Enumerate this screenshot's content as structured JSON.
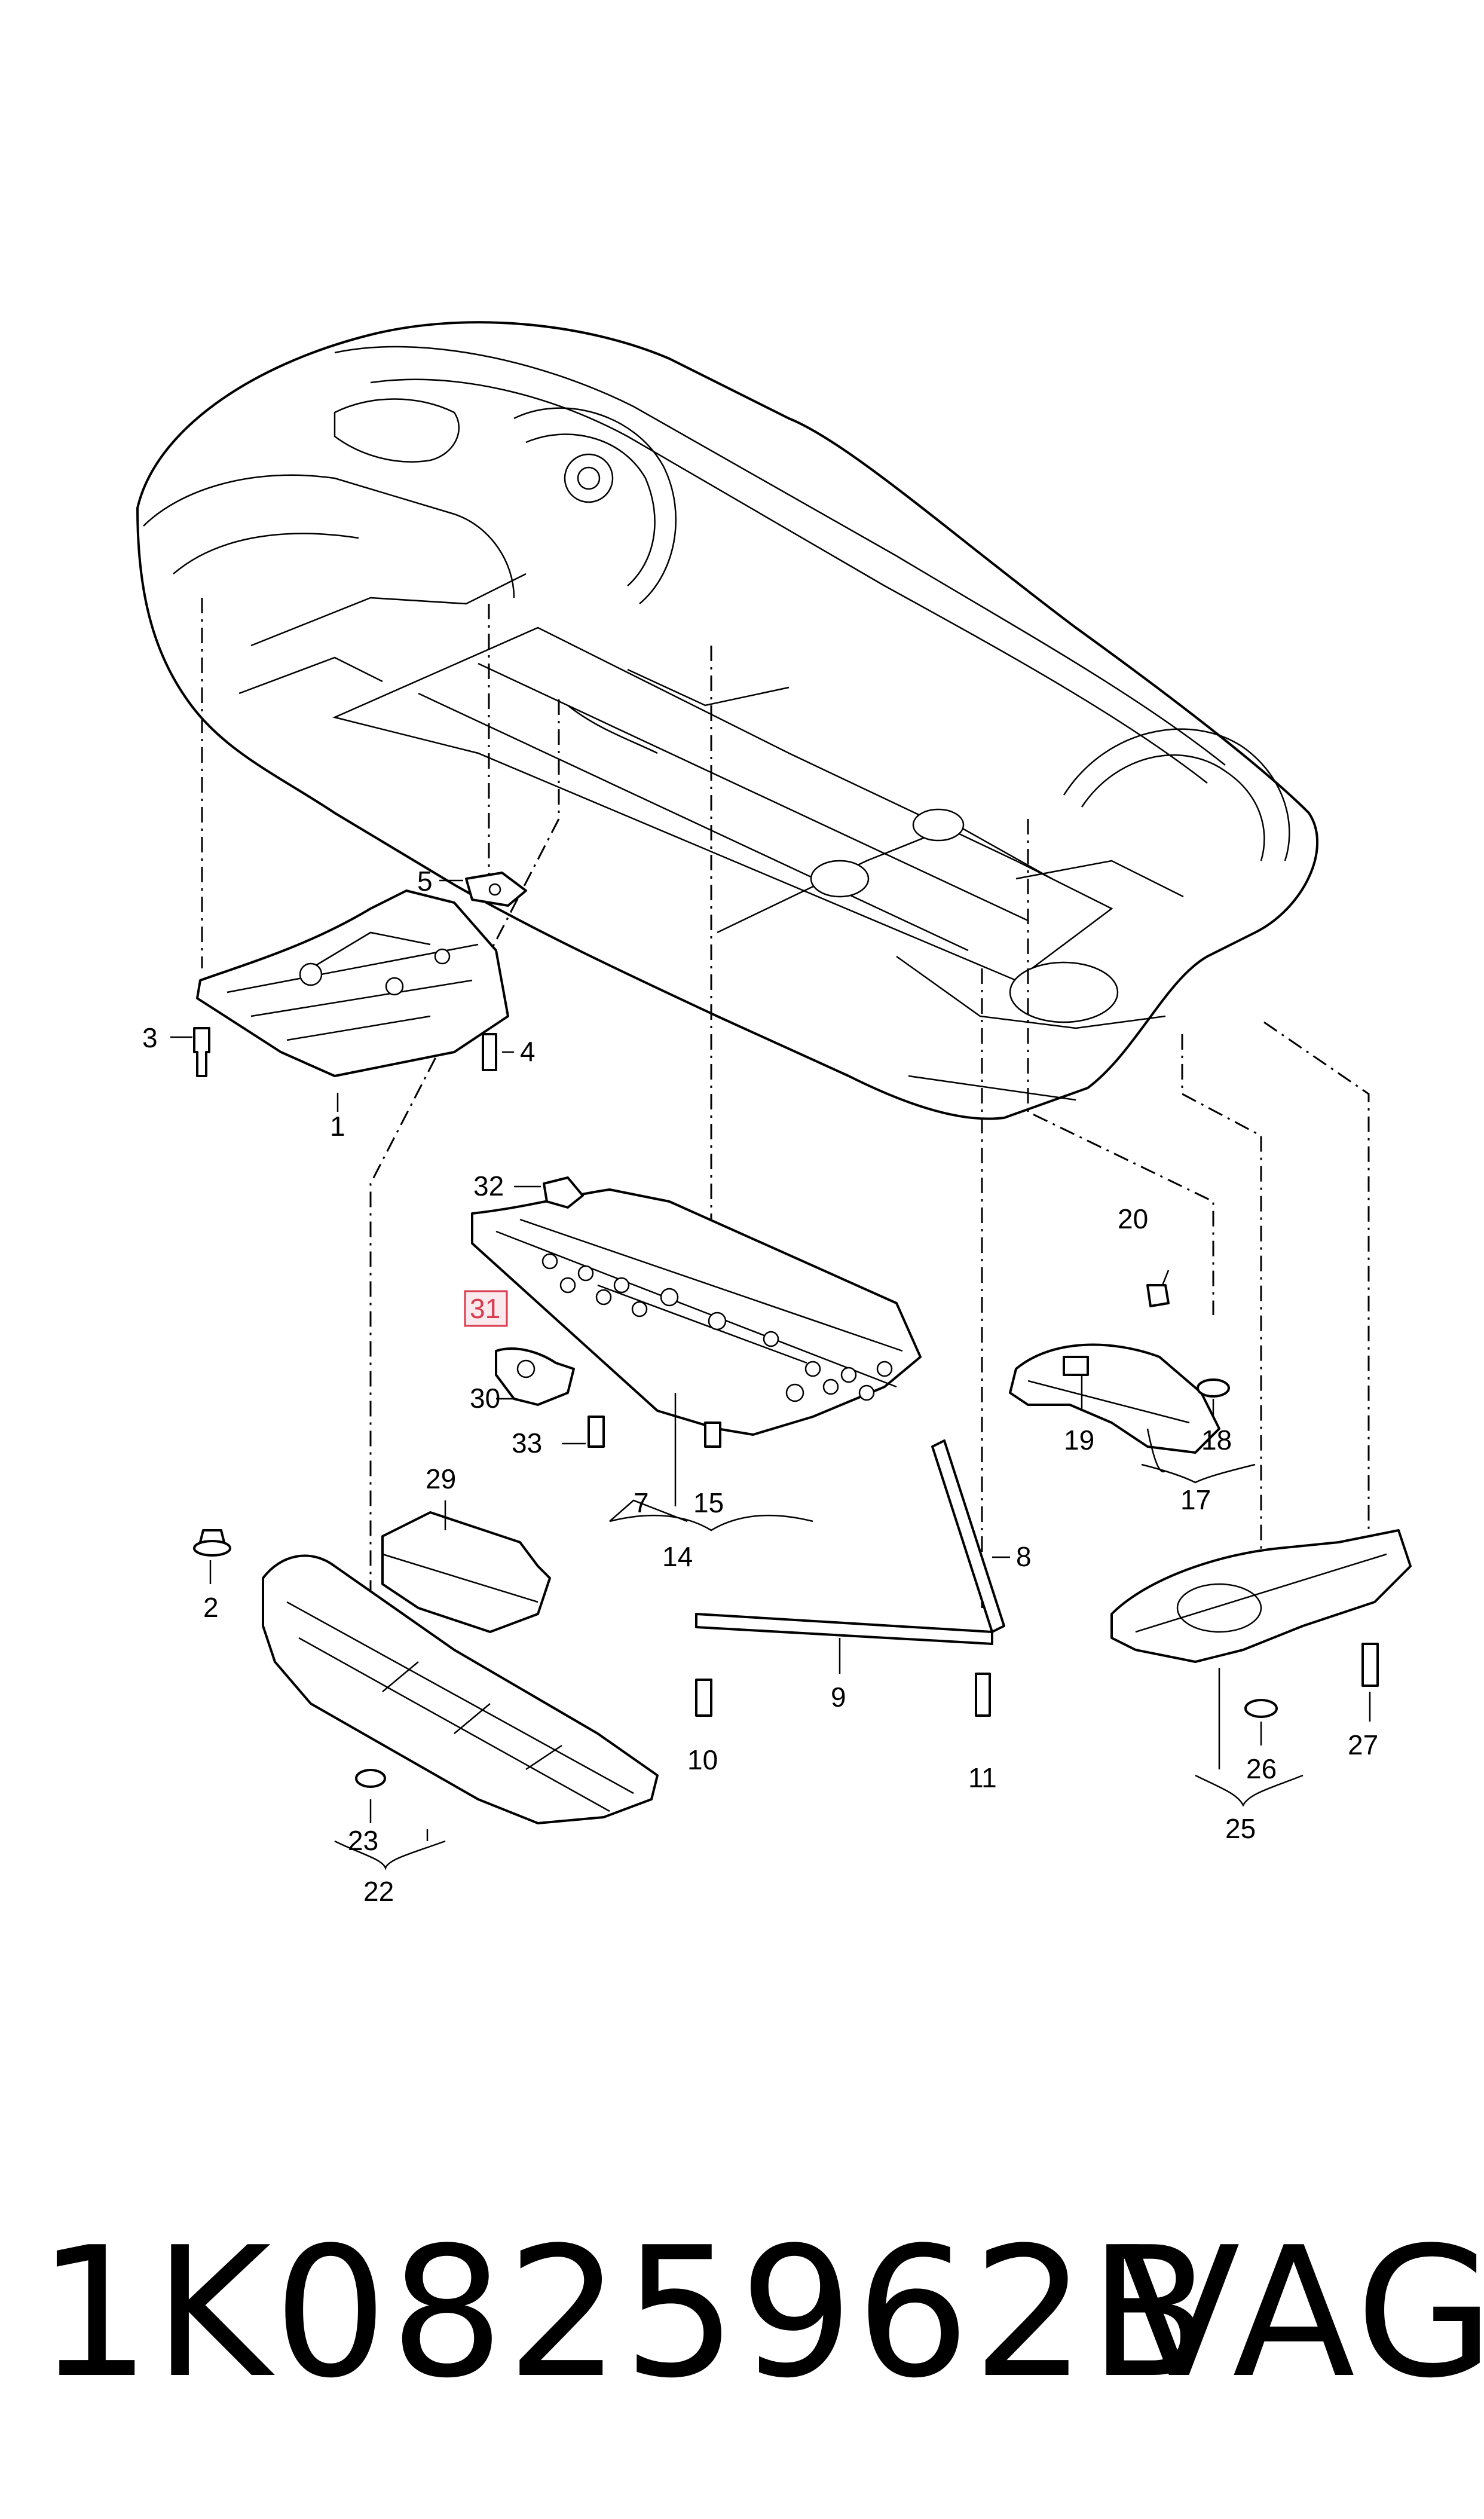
{
  "callouts": {
    "c1": "1",
    "c2": "2",
    "c3": "3",
    "c4": "4",
    "c5": "5",
    "c7": "7",
    "c8": "8",
    "c9": "9",
    "c10": "10",
    "c11": "11",
    "c14": "14",
    "c15": "15",
    "c17": "17",
    "c18": "18",
    "c19": "19",
    "c20": "20",
    "c22": "22",
    "c23": "23",
    "c25": "25",
    "c26": "26",
    "c27": "27",
    "c29": "29",
    "c30": "30",
    "c31": "31",
    "c32": "32",
    "c33": "33"
  },
  "highlight_color": "#d93b4e",
  "footer": {
    "part_number": "1K0825962B",
    "brand": "VAG"
  }
}
